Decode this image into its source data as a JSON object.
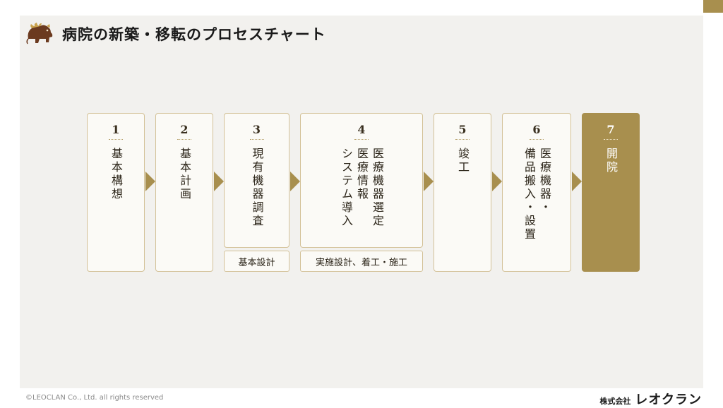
{
  "header": {
    "title": "病院の新築・移転のプロセスチャート",
    "logo_icon": "lion-logo-icon"
  },
  "steps": [
    {
      "num": "1",
      "label": "基本構想"
    },
    {
      "num": "2",
      "label": "基本計画"
    },
    {
      "num": "3",
      "label": "現有機器調査"
    },
    {
      "num": "4",
      "label": "医療機器選定\n医療情報\nシステム導入"
    },
    {
      "num": "5",
      "label": "竣工"
    },
    {
      "num": "6",
      "label": "医療機器・\n備品搬入・設置"
    },
    {
      "num": "7",
      "label": "開院"
    }
  ],
  "phases": [
    {
      "label": "基本設計"
    },
    {
      "label": "実施設計、着工・施工"
    }
  ],
  "footer": {
    "copyright": "©LEOCLAN Co., Ltd. all rights reserved",
    "company_kind": "株式会社",
    "company_name": "レオクラン"
  },
  "colors": {
    "accent": "#a88f4e",
    "box_border": "#d3c197",
    "box_fill": "#fbfaf6",
    "panel": "#f2f1ee"
  }
}
